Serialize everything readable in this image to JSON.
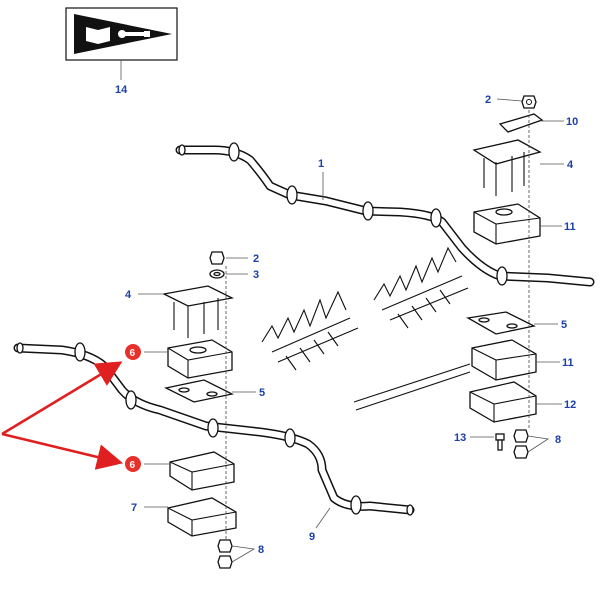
{
  "diagram": {
    "callouts": {
      "c1": "1",
      "c2a": "2",
      "c2b": "2",
      "c3": "3",
      "c4a": "4",
      "c4b": "4",
      "c5a": "5",
      "c5b": "5",
      "c7": "7",
      "c8a": "8",
      "c8b": "8",
      "c9": "9",
      "c10": "10",
      "c11a": "11",
      "c11b": "11",
      "c12": "12",
      "c13": "13",
      "c14": "14"
    },
    "highlights": {
      "h1": "6",
      "h2": "6"
    },
    "colors": {
      "callout": "#1a3fa8",
      "highlight": "#e8302a",
      "arrow": "#e02020"
    },
    "icons": [
      "manual-book-icon",
      "wrench-icon"
    ]
  }
}
